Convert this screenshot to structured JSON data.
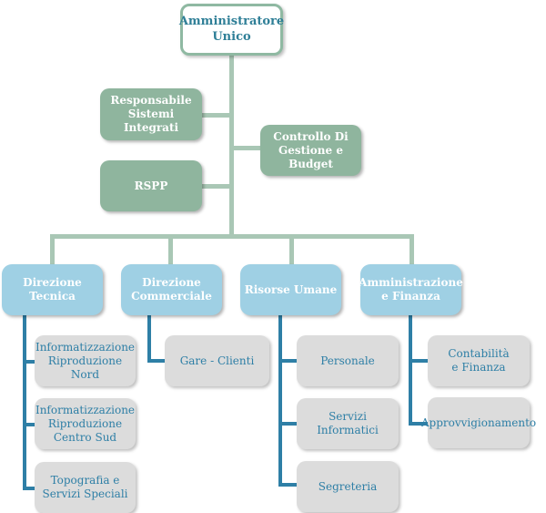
{
  "root": {
    "label": "Amministratore\nUnico"
  },
  "staff": {
    "sistemi": "Responsabile\nSistemi Integrati",
    "controllo": "Controllo Di\nGestione e Budget",
    "rspp": "RSPP"
  },
  "departments": [
    {
      "label": "Direzione Tecnica",
      "units": [
        "Informatizzazione\nRiproduzione Nord",
        "Informatizzazione\nRiproduzione\nCentro Sud",
        "Topografia e\nServizi Speciali"
      ]
    },
    {
      "label": "Direzione\nCommerciale",
      "units": [
        "Gare - Clienti"
      ]
    },
    {
      "label": "Risorse Umane",
      "units": [
        "Personale",
        "Servizi\nInformatici",
        "Segreteria"
      ]
    },
    {
      "label": "Amministrazione\ne Finanza",
      "units": [
        "Contabilità\ne Finanza",
        "Approvvigionamento"
      ]
    }
  ]
}
